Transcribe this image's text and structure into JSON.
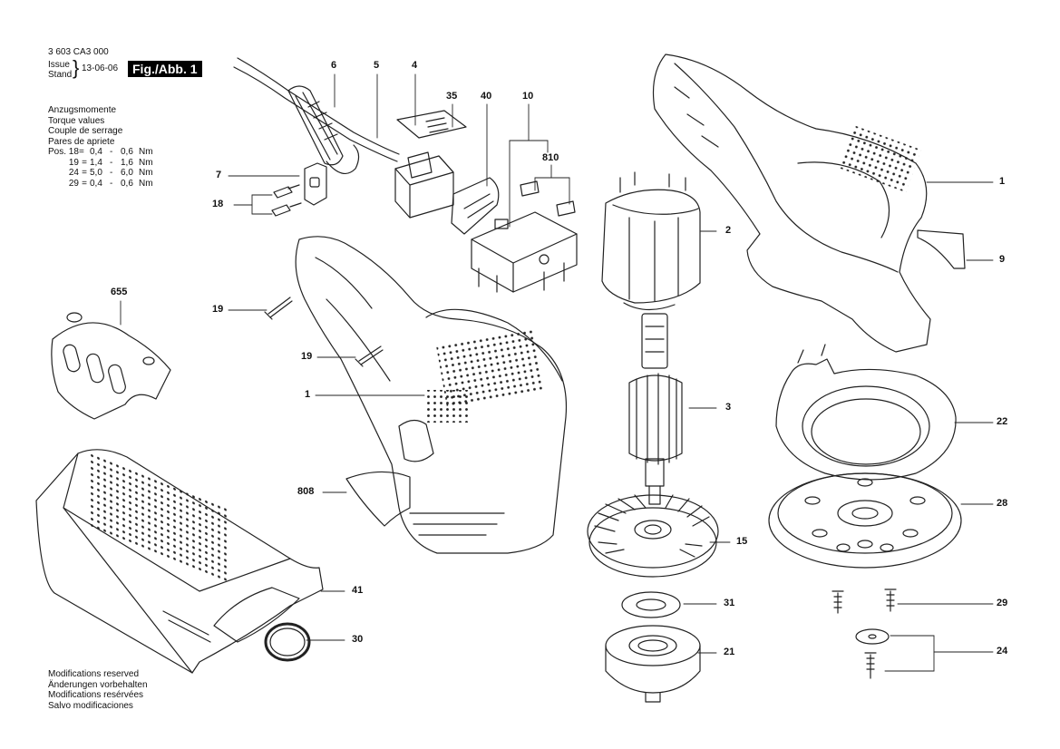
{
  "header": {
    "part_number": "3 603 CA3 000",
    "issue_label_1": "Issue",
    "issue_label_2": "Stand",
    "issue_date": "13-06-06",
    "figure_badge": "Fig./Abb. 1"
  },
  "torque": {
    "titles": [
      "Anzugsmomente",
      "Torque values",
      "Couple de serrage",
      "Pares de apriete"
    ],
    "rows": [
      {
        "pos": "Pos. 18",
        "eq": "=",
        "min": "0,4",
        "dash": "-",
        "max": "0,6",
        "unit": "Nm"
      },
      {
        "pos": "19",
        "eq": "=",
        "min": "1,4",
        "dash": "-",
        "max": "1,6",
        "unit": "Nm"
      },
      {
        "pos": "24",
        "eq": "=",
        "min": "5,0",
        "dash": "-",
        "max": "6,0",
        "unit": "Nm"
      },
      {
        "pos": "29",
        "eq": "=",
        "min": "0,4",
        "dash": "-",
        "max": "0,6",
        "unit": "Nm"
      }
    ]
  },
  "footer": {
    "lines": [
      "Modifications reserved",
      "Änderungen vorbehalten",
      "Modifications resérvées",
      "Salvo modificaciones"
    ]
  },
  "callouts": {
    "c6": "6",
    "c5": "5",
    "c4": "4",
    "c35": "35",
    "c40": "40",
    "c10": "10",
    "c810": "810",
    "c7": "7",
    "c18": "18",
    "c655": "655",
    "c19a": "19",
    "c19b": "19",
    "c1a": "1",
    "c808": "808",
    "c41": "41",
    "c30": "30",
    "c2": "2",
    "c3": "3",
    "c15": "15",
    "c31": "31",
    "c21": "21",
    "c1b": "1",
    "c9": "9",
    "c22": "22",
    "c28": "28",
    "c29": "29",
    "c24": "24"
  }
}
